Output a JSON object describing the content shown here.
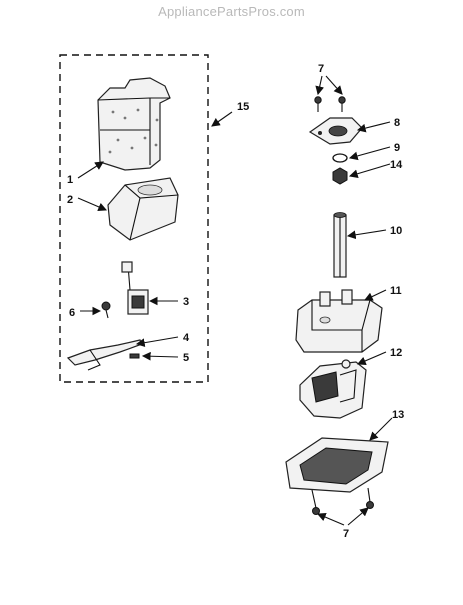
{
  "watermark": "AppliancePartsPros.com",
  "callouts": {
    "c1": "1",
    "c2": "2",
    "c3": "3",
    "c4": "4",
    "c5": "5",
    "c6": "6",
    "c7a": "7",
    "c7b": "7",
    "c8": "8",
    "c9": "9",
    "c10": "10",
    "c11": "11",
    "c12": "12",
    "c13": "13",
    "c14": "14",
    "c15": "15"
  }
}
